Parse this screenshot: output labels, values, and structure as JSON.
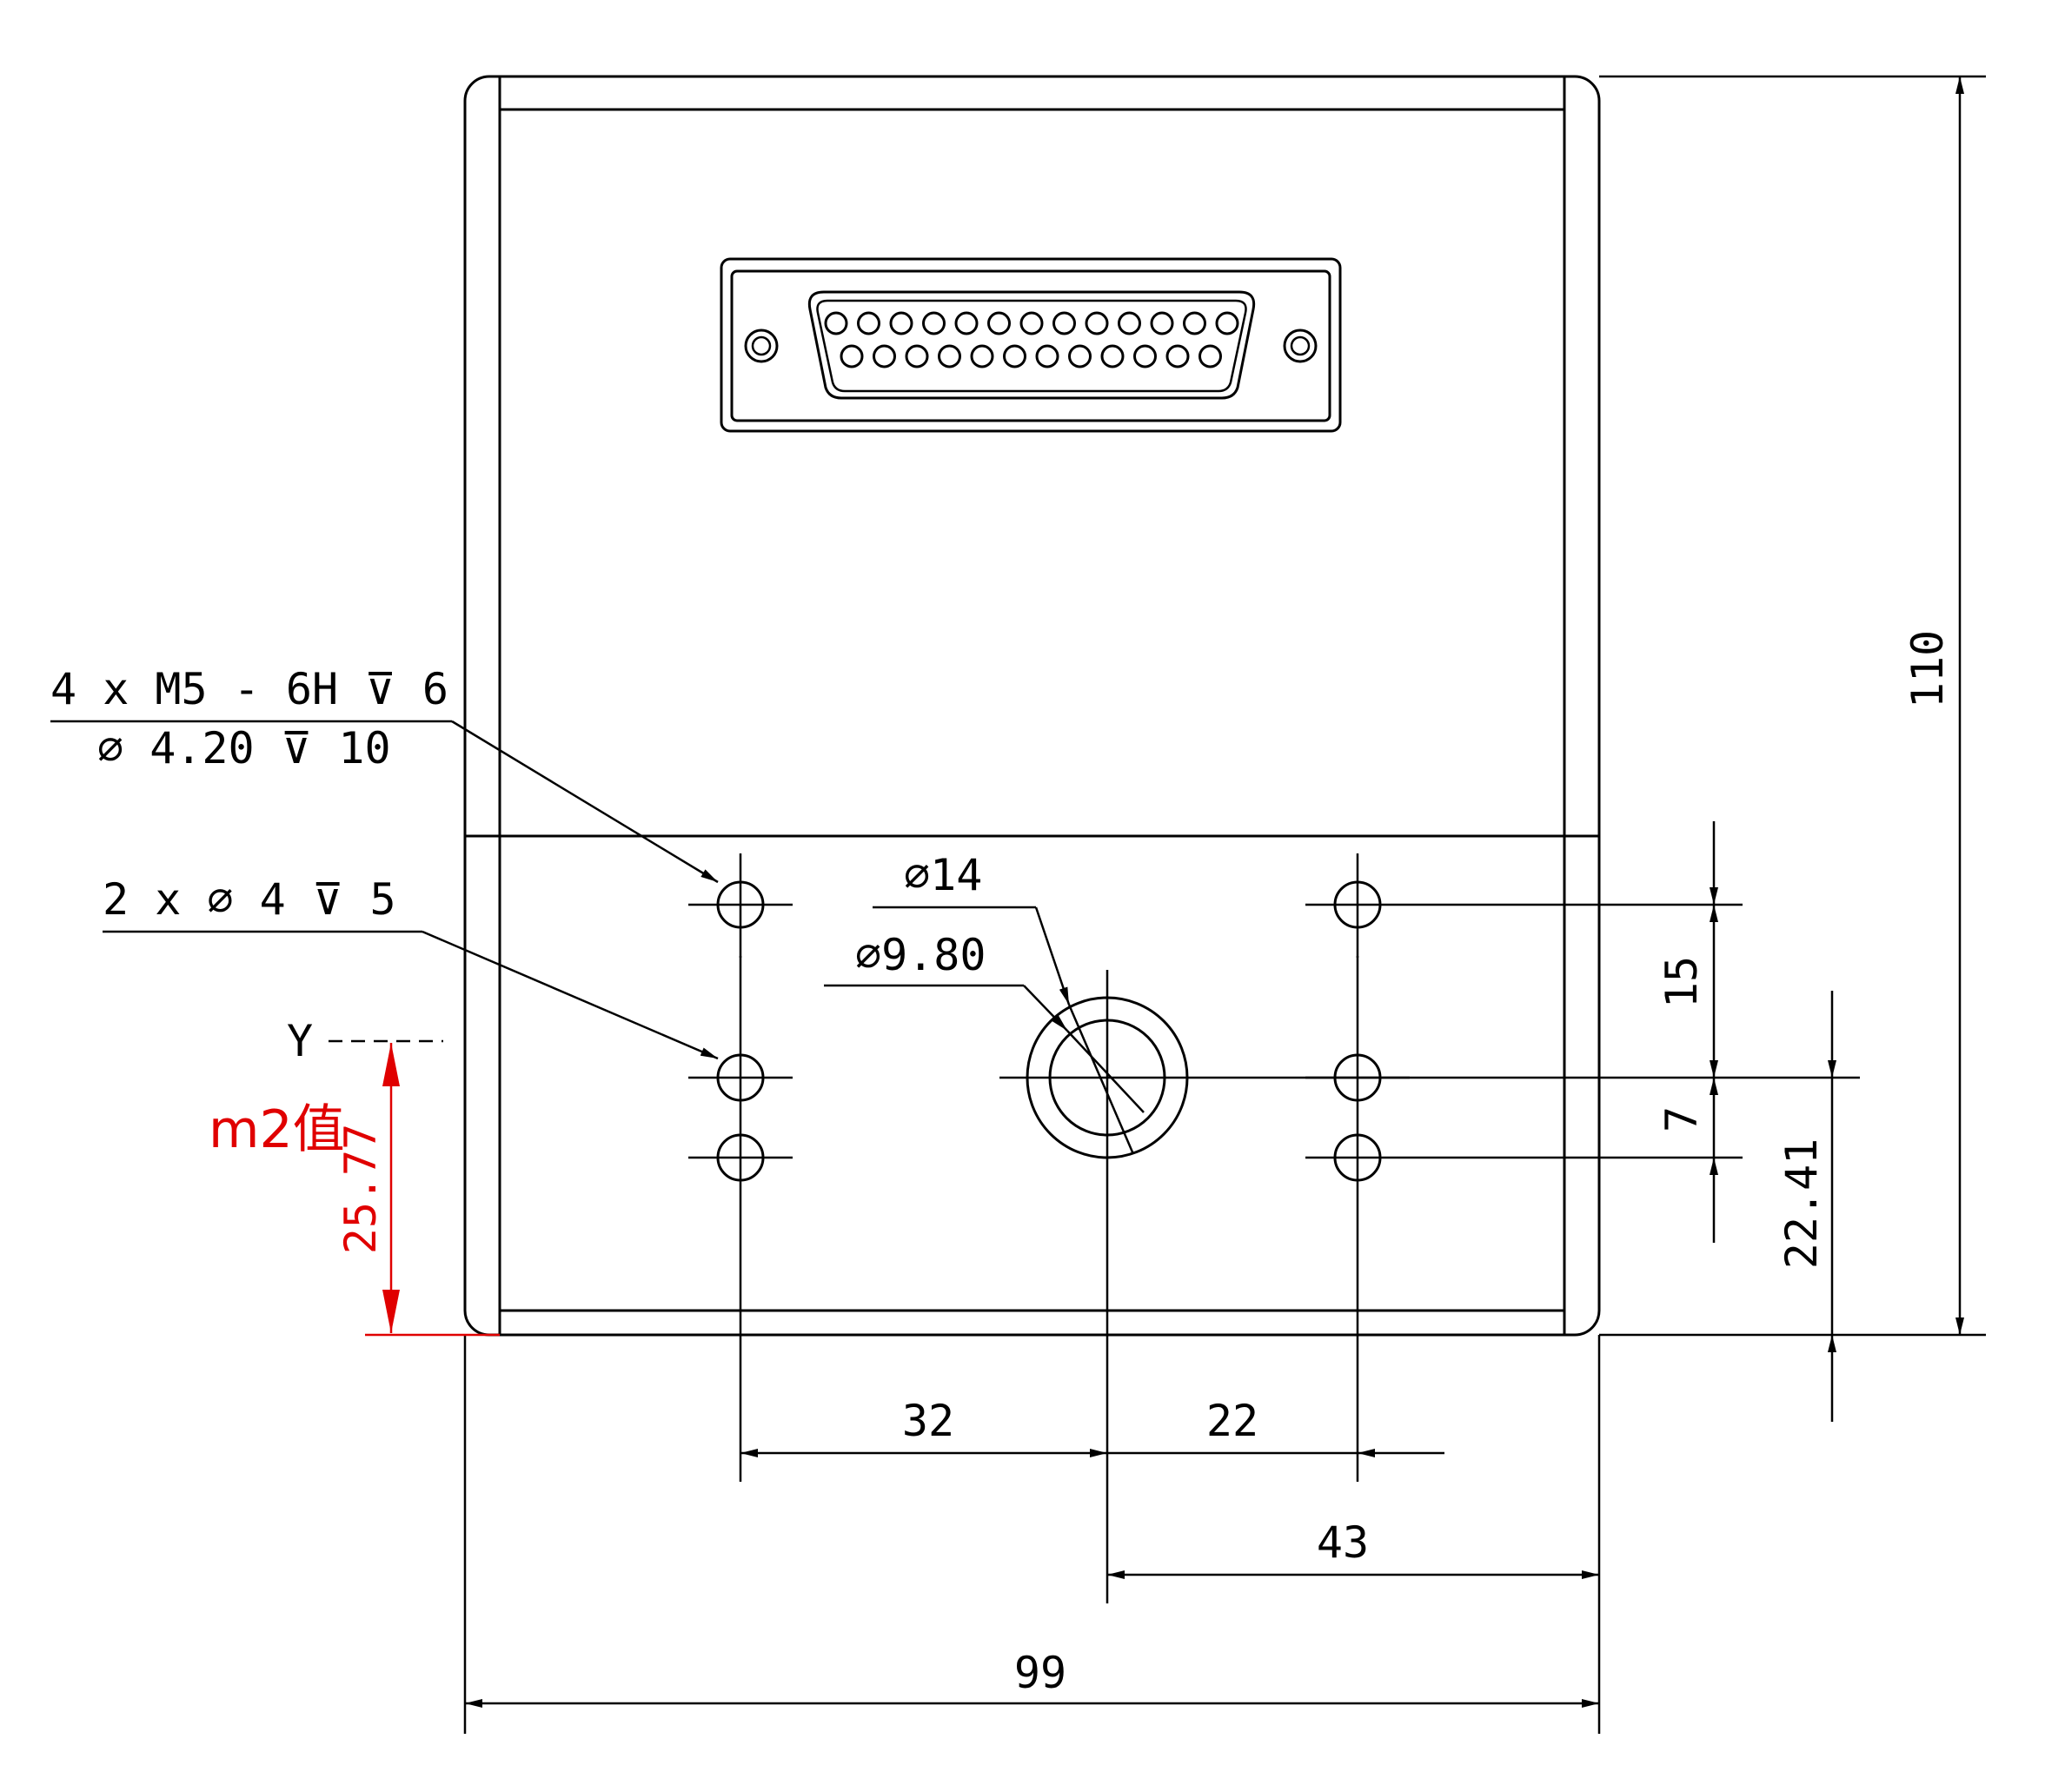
{
  "dimensions": {
    "width_total": "99",
    "height_total": "110",
    "hole_spacing_left": "32",
    "hole_spacing_right": "22",
    "center_to_right_edge": "43",
    "vertical_upper": "15",
    "vertical_lower": "7",
    "center_height": "22.41",
    "m2_height": "25.77"
  },
  "callouts": {
    "thread_line1": "4 x  M5 - 6H ⊽ 6",
    "thread_line2": "∅ 4.20 ⊽ 10",
    "pin_hole": "2 x ∅ 4 ⊽ 5",
    "bore_outer": "∅14",
    "bore_inner": "∅9.80"
  },
  "reference": {
    "axis_label": "Y",
    "m2_label": "m2值"
  },
  "colors": {
    "line": "#000000",
    "highlight": "#e00000"
  }
}
